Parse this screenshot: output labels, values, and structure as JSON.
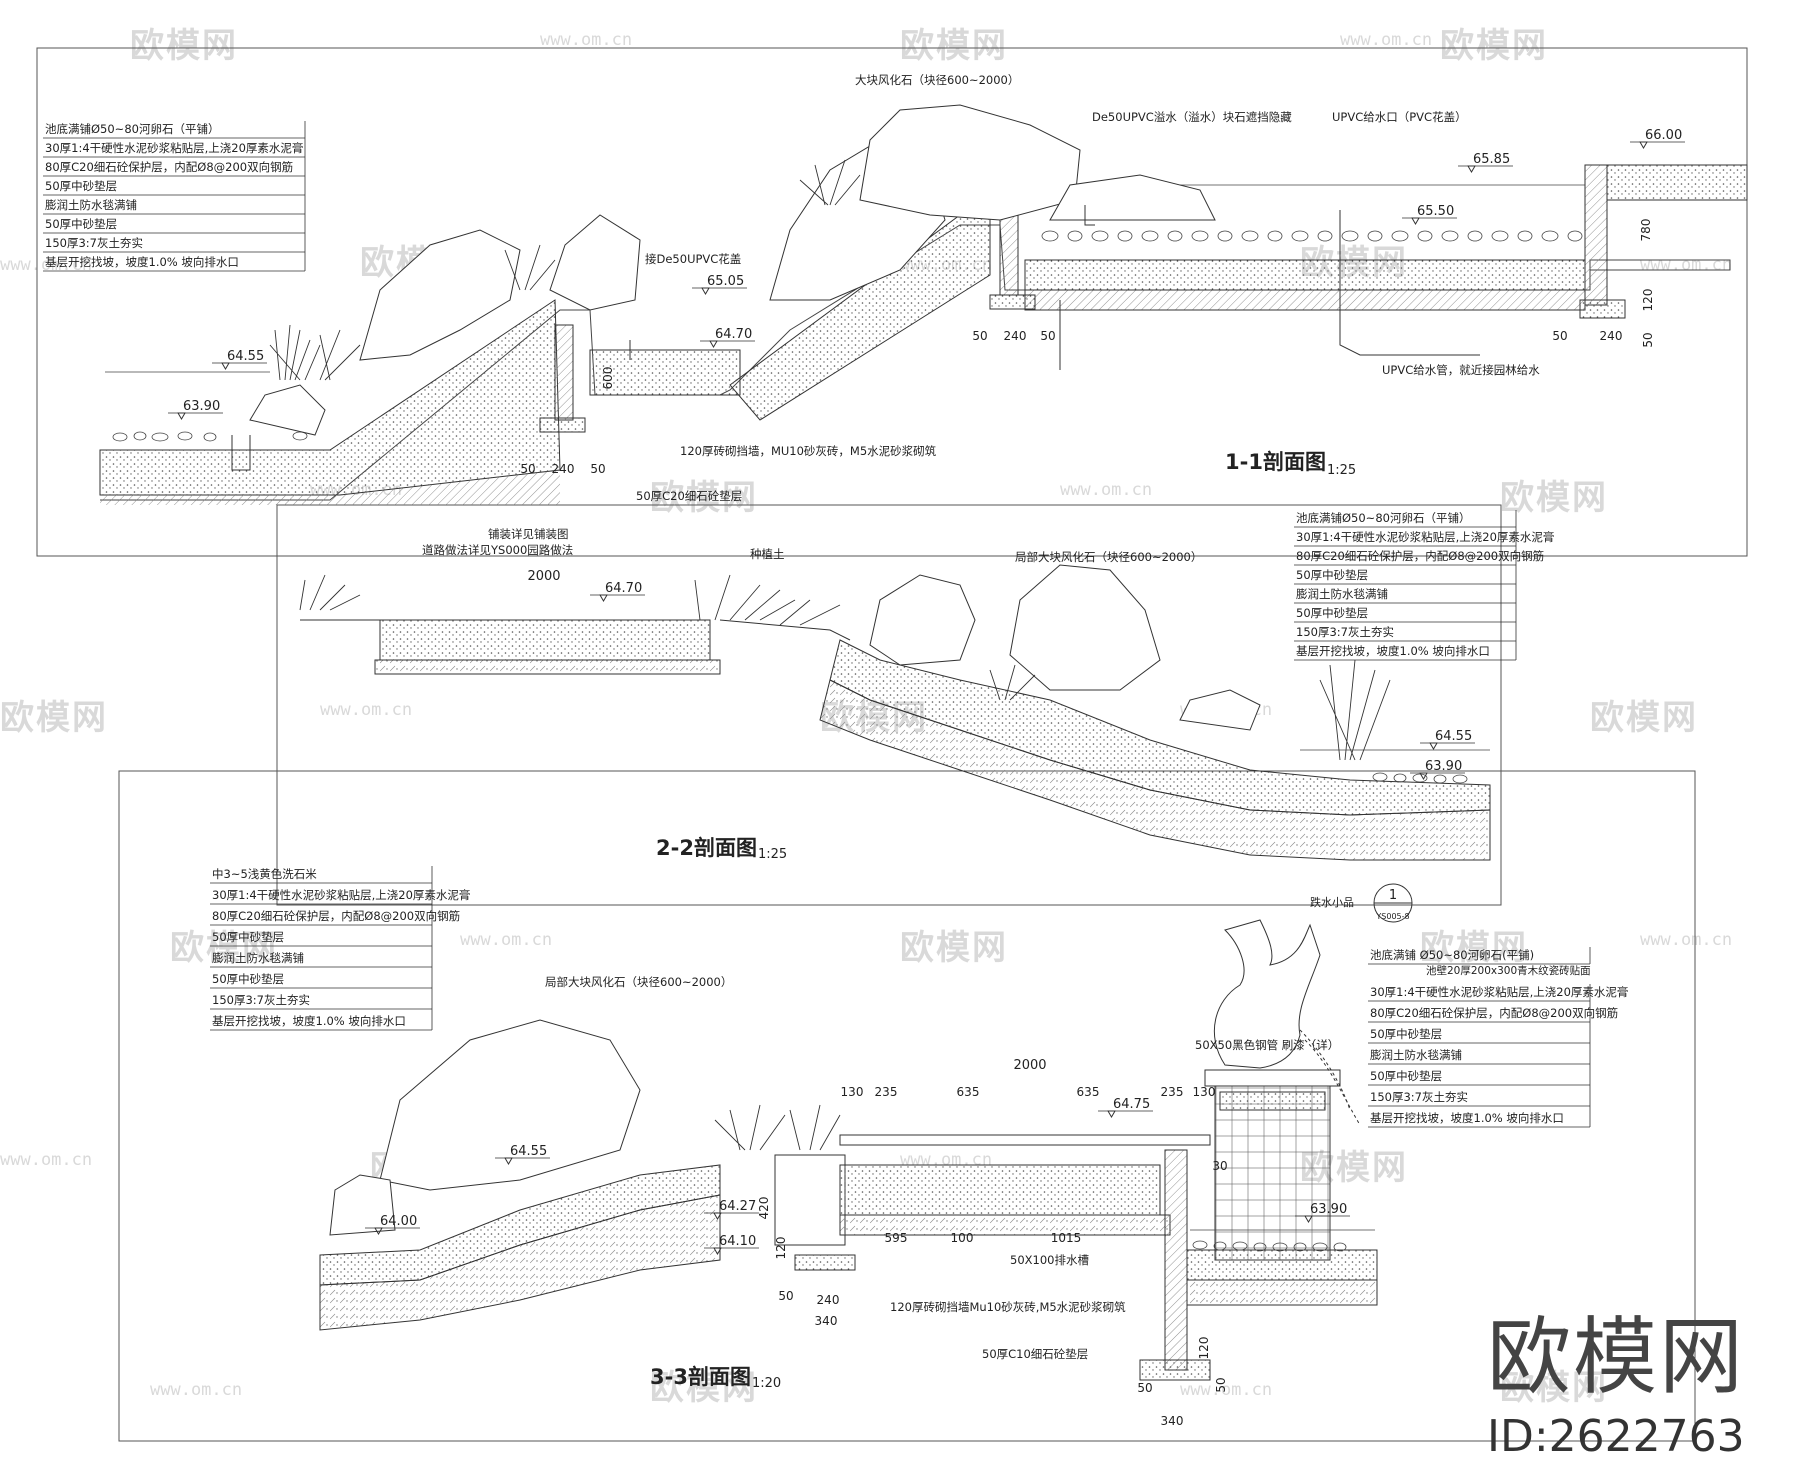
{
  "watermarks": {
    "brand": "欧模网",
    "url": "www.om.cn"
  },
  "brand_badge": {
    "name": "欧模网",
    "id": "ID:2622763"
  },
  "section_11": {
    "title": "1-1剖面图",
    "scale": "1:25",
    "layers": [
      "池底满铺Ø50~80河卵石（平铺）",
      "30厚1:4干硬性水泥砂浆粘贴层,上浇20厚素水泥膏",
      "80厚C20细石砼保护层，内配Ø8@200双向钢筋",
      "50厚中砂垫层",
      "膨润土防水毯满铺",
      "50厚中砂垫层",
      "150厚3:7灰土夯实",
      "基层开挖找坡，坡度1.0%  坡向排水口"
    ],
    "notes": {
      "rock": "大块风化石（块径600~2000）",
      "overflow": "De50UPVC溢水（溢水）块石遮挡隐藏",
      "supply": "UPVC给水口（PVC花盖）",
      "grate": "接De50UPVC花盖",
      "pipe": "UPVC给水管，就近接园林给水",
      "wall": "120厚砖砌挡墙，MU10砂灰砖，M5水泥砂浆砌筑",
      "base": "50厚C20细石砼垫层"
    },
    "levels": [
      "66.00",
      "65.85",
      "65.50",
      "65.05",
      "64.70",
      "64.55",
      "63.90"
    ],
    "dims": [
      "50",
      "240",
      "50",
      "780",
      "120",
      "50",
      "600"
    ]
  },
  "section_22": {
    "title": "2-2剖面图",
    "scale": "1:25",
    "layers": [
      "池底满铺Ø50~80河卵石（平铺）",
      "30厚1:4干硬性水泥砂浆粘贴层,上浇20厚素水泥膏",
      "80厚C20细石砼保护层，内配Ø8@200双向钢筋",
      "50厚中砂垫层",
      "膨润土防水毯满铺",
      "50厚中砂垫层",
      "150厚3:7灰土夯实",
      "基层开挖找坡，坡度1.0%  坡向排水口"
    ],
    "notes": {
      "paving": "铺装详见铺装图",
      "road": "道路做法详见YS000园路做法",
      "plant": "种植土",
      "rock": "局部大块风化石（块径600~2000）"
    },
    "levels": [
      "64.70",
      "64.55",
      "63.90"
    ],
    "dims": [
      "2000"
    ]
  },
  "section_33": {
    "title": "3-3剖面图",
    "scale": "1:20",
    "layers_left": [
      "中3~5浅黄色洗石米",
      "30厚1:4干硬性水泥砂浆粘贴层,上浇20厚素水泥膏",
      "80厚C20细石砼保护层，内配Ø8@200双向钢筋",
      "50厚中砂垫层",
      "膨润土防水毯满铺",
      "50厚中砂垫层",
      "150厚3:7灰土夯实",
      "基层开挖找坡，坡度1.0%  坡向排水口"
    ],
    "layers_right": [
      "池底满铺  Ø50~80河卵石(平铺)",
      "池壁20厚200x300青木纹瓷砖贴面",
      "30厚1:4干硬性水泥砂浆粘贴层,上浇20厚素水泥膏",
      "80厚C20细石砼保护层，内配Ø8@200双向钢筋",
      "50厚中砂垫层",
      "膨润土防水毯满铺",
      "50厚中砂垫层",
      "150厚3:7灰土夯实",
      "基层开挖找坡，坡度1.0%  坡向排水口"
    ],
    "notes": {
      "rock": "局部大块风化石（块径600~2000）",
      "feature": "跌水小品",
      "ref_no": "1",
      "ref_sheet": "YS005-8",
      "pipe": "50X50黑色钢管 刷漆（详）",
      "gutter": "50X100排水槽",
      "wall": "120厚砖砌挡墙Mu10砂灰砖,M5水泥砂浆砌筑",
      "base": "50厚C10细石砼垫层"
    },
    "levels": [
      "64.75",
      "64.55",
      "64.27",
      "64.10",
      "64.00",
      "63.90"
    ],
    "dims": [
      "2000",
      "130",
      "235",
      "635",
      "635",
      "235",
      "130",
      "595",
      "100",
      "1015",
      "420",
      "120",
      "50",
      "240",
      "340",
      "30",
      "120",
      "50",
      "340",
      "50"
    ]
  }
}
